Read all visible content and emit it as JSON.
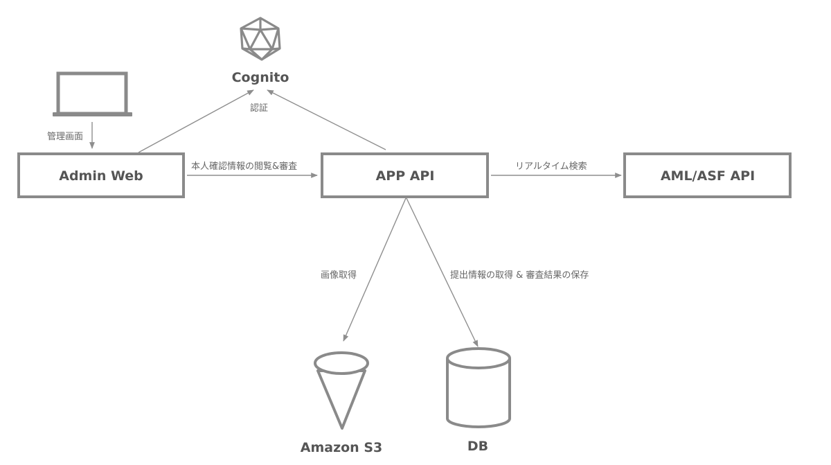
{
  "diagram": {
    "nodes": {
      "cognito": {
        "label": "Cognito",
        "icon": "icosahedron-icon"
      },
      "laptop": {
        "icon": "laptop-icon"
      },
      "admin_web": {
        "label": "Admin Web"
      },
      "app_api": {
        "label": "APP API"
      },
      "aml_asf_api": {
        "label": "AML/ASF API"
      },
      "s3": {
        "label": "Amazon S3",
        "icon": "bucket-icon"
      },
      "db": {
        "label": "DB",
        "icon": "database-cylinder-icon"
      }
    },
    "edges": {
      "laptop_to_admin": {
        "from": "laptop",
        "to": "admin_web",
        "label": "管理画面"
      },
      "admin_to_cognito": {
        "from": "admin_web",
        "to": "cognito",
        "label": "認証"
      },
      "app_to_cognito": {
        "from": "app_api",
        "to": "cognito",
        "label": "認証"
      },
      "admin_to_app": {
        "from": "admin_web",
        "to": "app_api",
        "label": "本人確認情報の閲覧&審査"
      },
      "app_to_aml": {
        "from": "app_api",
        "to": "aml_asf_api",
        "label": "リアルタイム検索"
      },
      "app_to_s3": {
        "from": "app_api",
        "to": "s3",
        "label": "画像取得"
      },
      "app_to_db": {
        "from": "app_api",
        "to": "db",
        "label": "提出情報の取得 & 審査結果の保存"
      }
    },
    "colors": {
      "stroke": "#8a8a8a",
      "label_text": "#555555",
      "edge_text": "#666666"
    }
  }
}
